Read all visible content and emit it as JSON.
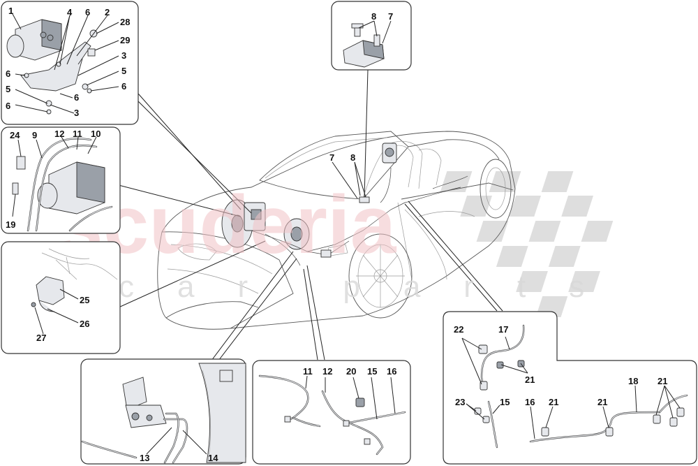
{
  "watermark": {
    "main_text": "scuderia",
    "sub_text": "car parts",
    "color": "#e8a3a8"
  },
  "panels": {
    "abs_unit": {
      "callouts": [
        "1",
        "4",
        "6",
        "2",
        "28",
        "29",
        "3",
        "5",
        "6",
        "6",
        "5",
        "6",
        "6",
        "3"
      ]
    },
    "sensor": {
      "callouts": [
        "8",
        "7"
      ]
    },
    "abs_pipes": {
      "callouts": [
        "24",
        "9",
        "12",
        "11",
        "10",
        "19"
      ]
    },
    "bracket": {
      "callouts": [
        "25",
        "26",
        "27"
      ]
    },
    "servo": {
      "callouts": [
        "13",
        "14"
      ]
    },
    "front_pipes": {
      "callouts": [
        "11",
        "12",
        "20",
        "15",
        "16"
      ]
    },
    "rear_pipes": {
      "callouts": [
        "22",
        "17",
        "21",
        "23",
        "15",
        "16",
        "21",
        "21",
        "18",
        "21"
      ]
    }
  },
  "car_callouts": [
    "7",
    "8"
  ]
}
